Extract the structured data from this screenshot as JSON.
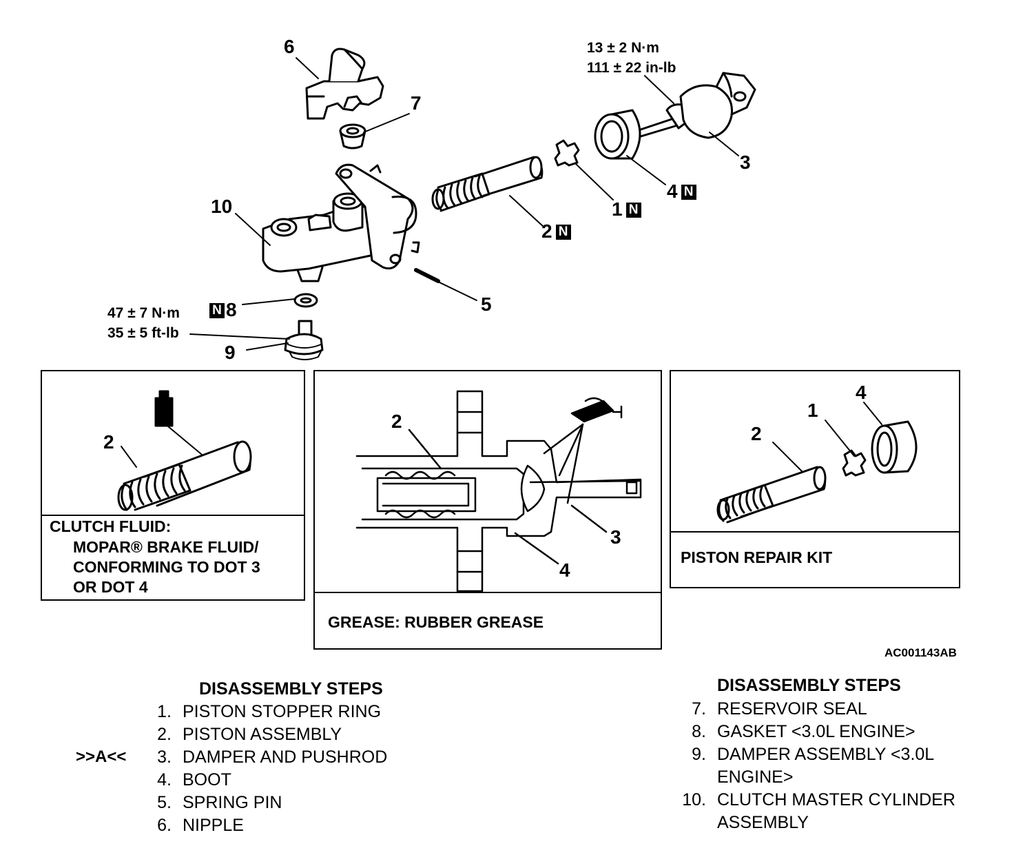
{
  "labels": {
    "c1": "1",
    "c2": "2",
    "c3": "3",
    "c4": "4",
    "c5": "5",
    "c6": "6",
    "c7": "7",
    "c8": "8",
    "c9": "9",
    "c10": "10",
    "new_part_mark": "N"
  },
  "torque": {
    "damper_nm": "13 ± 2 N·m",
    "damper_inlb": "111 ± 22 in-lb",
    "assembly_nm": "47 ± 7 N·m",
    "assembly_ftlb": "35 ± 5 ft-lb"
  },
  "panel_fluid": {
    "label": "2",
    "title": "CLUTCH FLUID:",
    "lines": [
      "MOPAR® BRAKE FLUID/",
      "CONFORMING TO DOT 3",
      "OR DOT 4"
    ]
  },
  "panel_grease": {
    "labels": [
      "2",
      "3",
      "4"
    ],
    "text": "GREASE: RUBBER GREASE"
  },
  "panel_kit": {
    "labels": [
      "1",
      "2",
      "4"
    ],
    "text": "PISTON REPAIR KIT"
  },
  "figure_ref": "AC001143AB",
  "steps_left": {
    "title": "DISASSEMBLY STEPS",
    "marker": ">>A<<",
    "items": [
      {
        "num": "1.",
        "text": "PISTON STOPPER RING"
      },
      {
        "num": "2.",
        "text": "PISTON ASSEMBLY"
      },
      {
        "num": "3.",
        "text": "DAMPER AND PUSHROD"
      },
      {
        "num": "4.",
        "text": "BOOT"
      },
      {
        "num": "5.",
        "text": "SPRING PIN"
      },
      {
        "num": "6.",
        "text": "NIPPLE"
      }
    ]
  },
  "steps_right": {
    "title": "DISASSEMBLY STEPS",
    "items": [
      {
        "num": "7.",
        "text": "RESERVOIR SEAL"
      },
      {
        "num": "8.",
        "text": "GASKET <3.0L ENGINE>"
      },
      {
        "num": "9.",
        "text": "DAMPER ASSEMBLY <3.0L"
      },
      {
        "num": "",
        "text": "ENGINE>"
      },
      {
        "num": "10.",
        "text": "CLUTCH MASTER CYLINDER"
      },
      {
        "num": "",
        "text": "ASSEMBLY"
      }
    ]
  }
}
